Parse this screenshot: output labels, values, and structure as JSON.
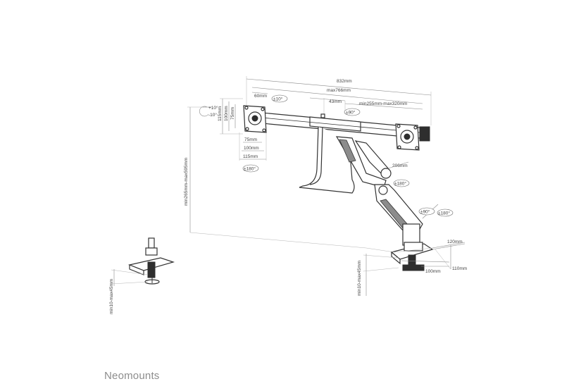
{
  "brand": {
    "logo": "Neomounts"
  },
  "dims": {
    "total_width": "832mm",
    "max_width": "max766mm",
    "offset_60": "60mm",
    "tilt_10": "±10°",
    "offset_43": "43mm",
    "swivel_90_top": "±90°",
    "arm_range": "min255mm-max320mm",
    "tilt_up": "+10°",
    "tilt_down": "-10°",
    "vesa_115_v": "115mm",
    "vesa_100_v": "100mm",
    "vesa_75_v": "75mm",
    "vesa_75_h": "75mm",
    "vesa_100_h": "100mm",
    "vesa_115_h": "115mm",
    "rotate_180_left": "±180°",
    "height_range": "min265mm-max595mm",
    "arm_206": "206mm",
    "rotate_180_mid": "±180°",
    "swivel_90_low": "±90°",
    "rotate_180_low": "±180°",
    "base_120": "120mm",
    "base_100": "100mm",
    "base_110": "110mm",
    "desk_center": "min10-max45mm",
    "desk_left": "min10-max45mm"
  }
}
